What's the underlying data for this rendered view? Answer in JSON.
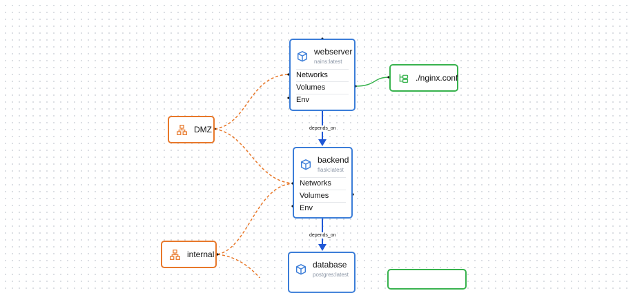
{
  "services": [
    {
      "id": "webserver",
      "name": "webserver",
      "image": "nains:latest",
      "rows": [
        "Networks",
        "Volumes",
        "Env"
      ]
    },
    {
      "id": "backend",
      "name": "backend",
      "image": "flask:latest",
      "rows": [
        "Networks",
        "Volumes",
        "Env"
      ]
    },
    {
      "id": "database",
      "name": "database",
      "image": "postgres:latest"
    }
  ],
  "networks": [
    {
      "name": "DMZ",
      "icon": "network-icon"
    },
    {
      "name": "internal",
      "icon": "network-icon"
    }
  ],
  "volumes": [
    {
      "name": "./nginx.conf",
      "icon": "file-tree-icon"
    }
  ],
  "edge_labels": {
    "web_backend": "depends_on",
    "backend_database": "depends_on"
  },
  "colors": {
    "service": "#3b7dd8",
    "network": "#e8782a",
    "volume": "#37b24d",
    "depends_edge": "#1f57d6"
  }
}
